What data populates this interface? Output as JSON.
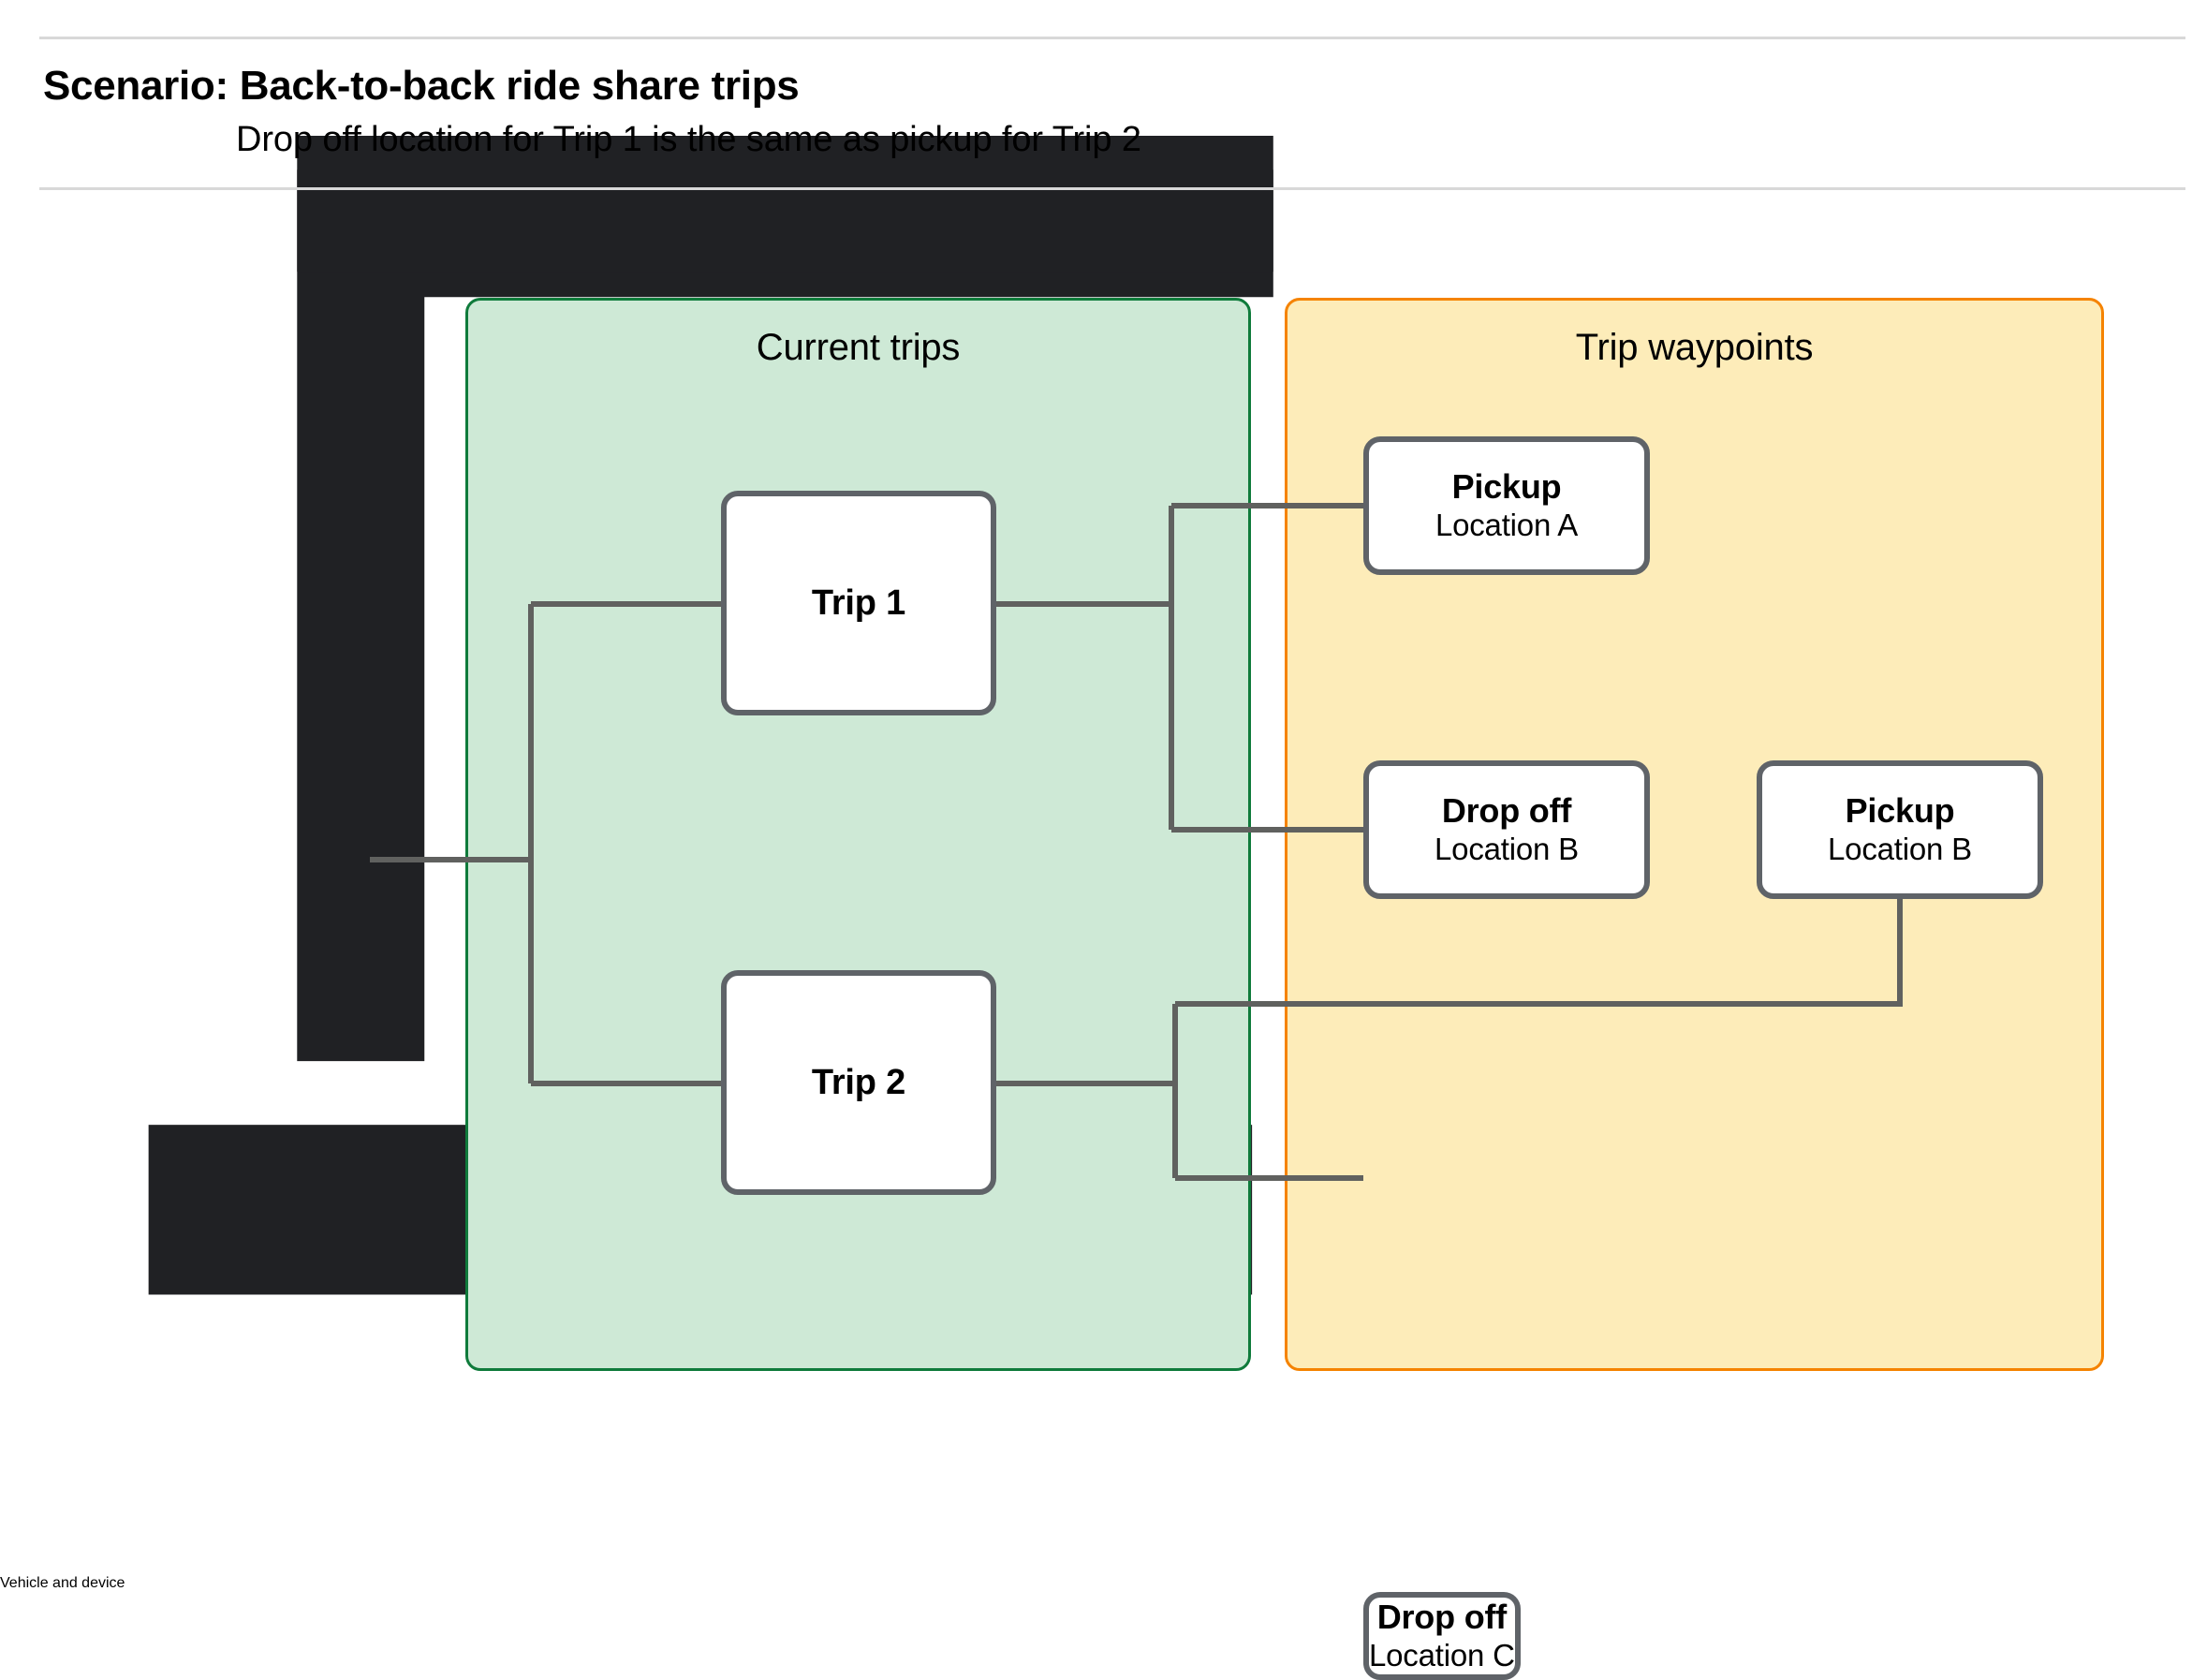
{
  "header": {
    "title": "Scenario: Back-to-back ride share trips",
    "subtitle": "Drop off  location for Trip 1 is the same as pickup for Trip 2"
  },
  "panels": {
    "current_trips": {
      "title": "Current trips",
      "fill": "#cee9d6",
      "border": "#0f7b3b"
    },
    "trip_waypoints": {
      "title": "Trip waypoints",
      "fill": "#fdecb9",
      "border": "#f58300"
    }
  },
  "vehicle": {
    "label": "Vehicle\nand device",
    "icon": "laptop-and-phone-icon",
    "fill": "#e8f0fe",
    "border": "#1a5fc4"
  },
  "trips": [
    {
      "label": "Trip 1"
    },
    {
      "label": "Trip 2"
    }
  ],
  "waypoints": [
    {
      "type": "Pickup",
      "location": "Location A"
    },
    {
      "type": "Drop off",
      "location": "Location B"
    },
    {
      "type": "Pickup",
      "location": "Location B"
    },
    {
      "type": "Drop off",
      "location": "Location C"
    }
  ],
  "colors": {
    "connector": "#60615f",
    "node_border": "#5f6368",
    "node_fill": "#ffffff",
    "rule": "#d8d8d8"
  }
}
